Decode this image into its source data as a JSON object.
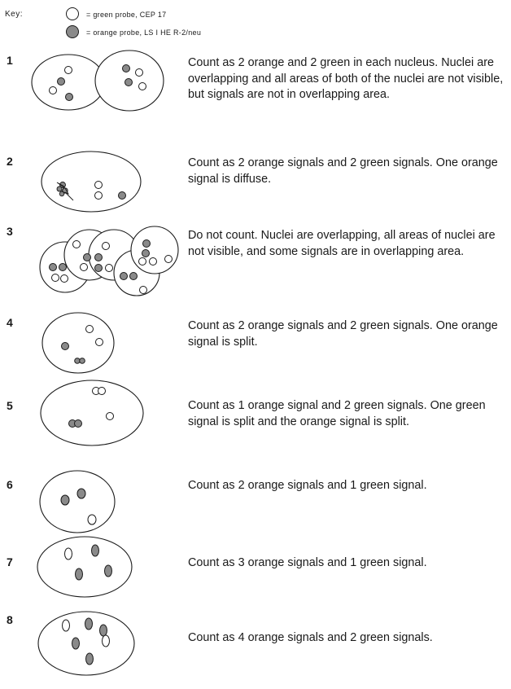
{
  "key": {
    "label": "Key:",
    "green": "= green probe,  CEP 17",
    "orange": "= orange probe, LS I HE R-2/neu",
    "green_icon": "open-circle",
    "orange_icon": "filled-gray-circle"
  },
  "colors": {
    "orange_signal": "#8a8a8a",
    "green_signal": "#ffffff",
    "outline": "#1a1a1a"
  },
  "items": [
    {
      "number": "1",
      "text": "Count as 2 orange and 2 green in each nucleus. Nuclei are overlapping and all areas of both of the nuclei are not visible, but signals are not in overlapping area."
    },
    {
      "number": "2",
      "text": "Count as 2 orange signals and 2 green signals. One orange signal is diffuse."
    },
    {
      "number": "3",
      "text": "Do not count. Nuclei are overlapping, all areas of nuclei are not visible, and some signals are in overlapping area."
    },
    {
      "number": "4",
      "text": "Count as 2 orange signals and 2 green signals. One orange signal is split."
    },
    {
      "number": "5",
      "text": "Count as 1 orange signal and 2 green signals. One green signal is split and the orange signal is split."
    },
    {
      "number": "6",
      "text": "Count as 2 orange signals and 1 green signal."
    },
    {
      "number": "7",
      "text": "Count as 3 orange signals and 1 green signal."
    },
    {
      "number": "8",
      "text": "Count as 4 orange signals and 2 green signals."
    }
  ]
}
